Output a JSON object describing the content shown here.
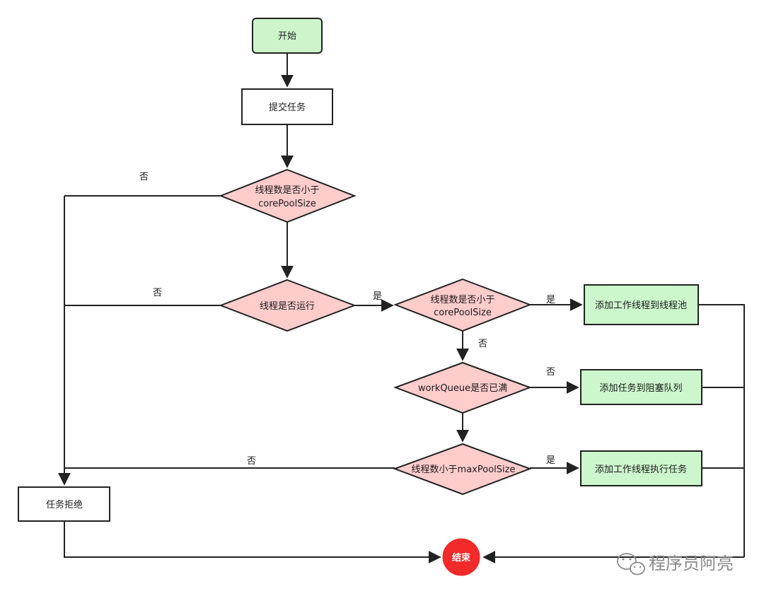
{
  "nodes": {
    "start": "开始",
    "submit": "提交任务",
    "check_core_1": [
      "线程数是否小于",
      "corePoolSize"
    ],
    "is_running": "线程是否运行",
    "check_core_2": [
      "线程数是否小于",
      "corePoolSize"
    ],
    "add_worker_core": "添加工作线程到线程池",
    "queue_full": "workQueue是否已满",
    "add_to_queue": "添加任务到阻塞队列",
    "check_max": "线程数小于maxPoolSize",
    "add_worker_exec": "添加工作线程执行任务",
    "reject": "任务拒绝",
    "end": "结束"
  },
  "edge_labels": {
    "core1_no": "否",
    "running_no": "否",
    "running_yes": "是",
    "core2_yes": "是",
    "core2_no": "否",
    "queue_no": "否",
    "max_no": "否",
    "max_yes": "是"
  },
  "watermark": "程序员阿亮",
  "colors": {
    "terminal_fill": "#ccf5cc",
    "action_fill": "#ccf7cc",
    "decision_fill": "#ffcccc",
    "end_fill": "#f22a2a",
    "stroke": "#222222"
  }
}
